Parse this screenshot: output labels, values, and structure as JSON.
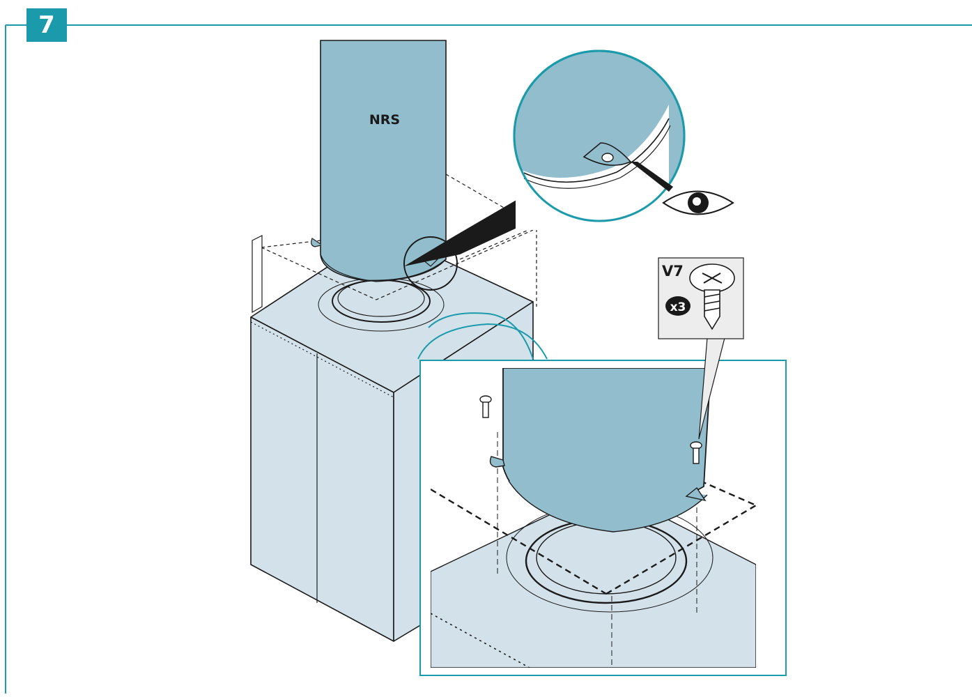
{
  "step": {
    "number": "7"
  },
  "labels": {
    "component": "NRS",
    "screw_code": "V7",
    "quantity": "x3"
  },
  "colors": {
    "frame": "#1a9aaa",
    "badge": "#1a9aaa",
    "tank": "#92bdcd",
    "cabinet": "#d3e1ea",
    "line": "#1a1a1a",
    "callout_bg": "#ededed"
  },
  "icons": {
    "eye": "eye-icon",
    "screw": "screw-icon",
    "magnifier": "magnifier-callout"
  }
}
